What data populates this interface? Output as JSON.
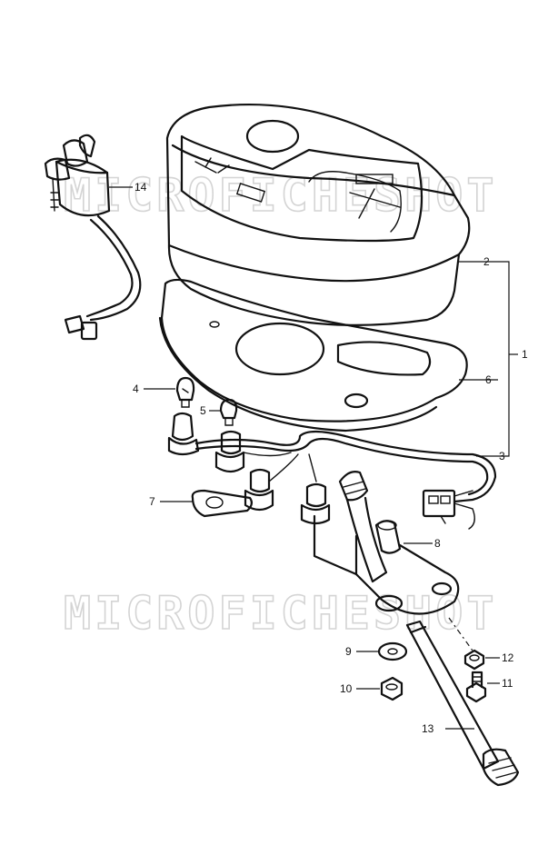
{
  "watermark": {
    "text": "MICROFICHESHOT"
  },
  "callouts": [
    {
      "id": "1",
      "label": "1"
    },
    {
      "id": "2",
      "label": "2"
    },
    {
      "id": "3",
      "label": "3"
    },
    {
      "id": "4",
      "label": "4"
    },
    {
      "id": "5",
      "label": "5"
    },
    {
      "id": "6",
      "label": "6"
    },
    {
      "id": "7",
      "label": "7"
    },
    {
      "id": "8",
      "label": "8"
    },
    {
      "id": "9",
      "label": "9"
    },
    {
      "id": "10",
      "label": "10"
    },
    {
      "id": "11",
      "label": "11"
    },
    {
      "id": "12",
      "label": "12"
    },
    {
      "id": "13",
      "label": "13"
    },
    {
      "id": "14",
      "label": "14"
    }
  ]
}
